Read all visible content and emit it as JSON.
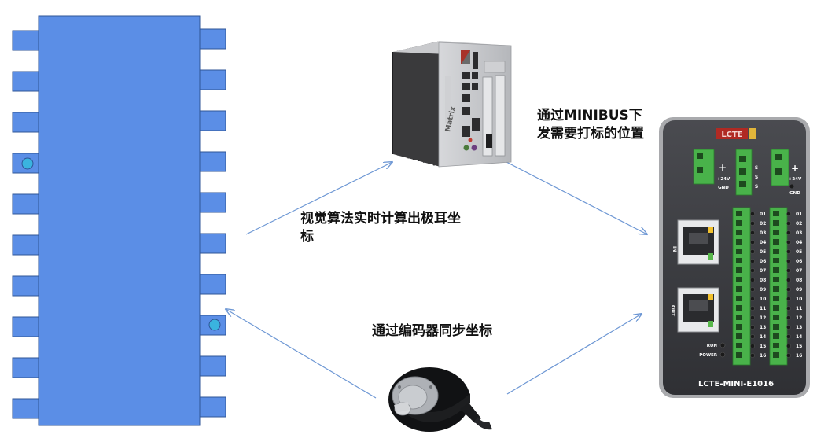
{
  "labels": {
    "vision": "视觉算法实时计算出极耳坐标",
    "minibus": "通过MINIBUS下发需要打标的位置",
    "encoder": "通过编码器同步坐标"
  },
  "controller": {
    "brand_text": "LCTE",
    "model": "LCTE-MINI-E1016",
    "power_terminal": [
      "+24V",
      "GND"
    ],
    "signal_terminal": [
      "S",
      "S",
      "S"
    ],
    "port_in": "IN",
    "port_out": "OUT",
    "status": [
      "RUN",
      "POWER"
    ],
    "io_left": [
      "01",
      "02",
      "03",
      "04",
      "05",
      "06",
      "07",
      "08",
      "09",
      "10",
      "11",
      "12",
      "13",
      "14",
      "15",
      "16"
    ],
    "io_right": [
      "01",
      "02",
      "03",
      "04",
      "05",
      "06",
      "07",
      "08",
      "09",
      "10",
      "11",
      "12",
      "13",
      "14",
      "15",
      "16"
    ]
  },
  "pc": {
    "brand_text": "Matrix"
  },
  "colors": {
    "strip": "#5b8ee6",
    "strip_border": "#2f5597",
    "marker": "#3ab4df",
    "arrow": "#6d97d4",
    "terminal": "#49b24a",
    "controller_body": "#3d3e42"
  }
}
